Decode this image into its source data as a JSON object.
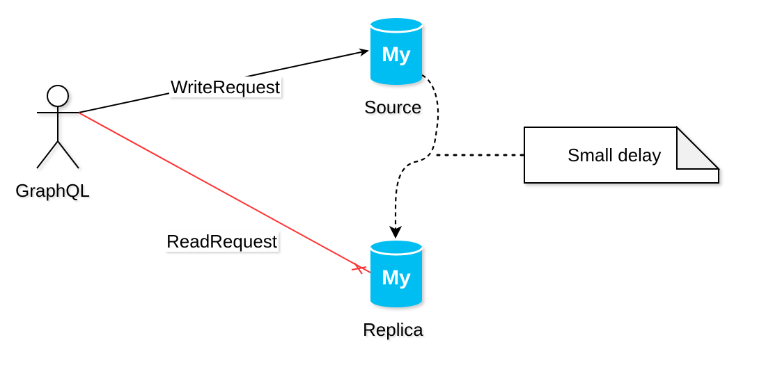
{
  "actor": {
    "label": "GraphQL"
  },
  "nodes": {
    "source": {
      "label": "Source",
      "logo_text": "My",
      "color": "#00BEF2"
    },
    "replica": {
      "label": "Replica",
      "logo_text": "My",
      "color": "#00BEF2"
    }
  },
  "edges": {
    "write": {
      "label": "WriteRequest",
      "color": "#000000"
    },
    "read": {
      "label": "ReadRequest",
      "color": "#FF3333"
    },
    "replication": {
      "color": "#000000",
      "style": "dashed"
    }
  },
  "note": {
    "text": "Small delay",
    "fold_color": "#F1F1F1"
  }
}
